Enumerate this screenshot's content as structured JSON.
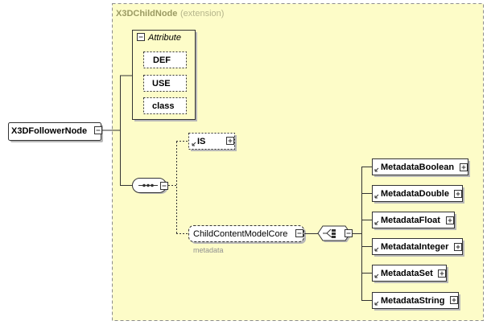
{
  "extension_box": {
    "title": "X3DChildNode",
    "note": "(extension)"
  },
  "attributes_group": {
    "label": "Attribute",
    "items": [
      "DEF",
      "USE",
      "class"
    ]
  },
  "root_element": "X3DFollowerNode",
  "is_element": "IS",
  "group_element": {
    "label": "ChildContentModelCore",
    "note": "metadata"
  },
  "metadata_elements": [
    "MetadataBoolean",
    "MetadataDouble",
    "MetadataFloat",
    "MetadataInteger",
    "MetadataSet",
    "MetadataString"
  ],
  "colors": {
    "extension_fill": "#fdfcc8",
    "extension_border": "#8d8d8d",
    "node_fill": "#ffffff",
    "shadow": "#b8b8b8",
    "line": "#333333"
  }
}
